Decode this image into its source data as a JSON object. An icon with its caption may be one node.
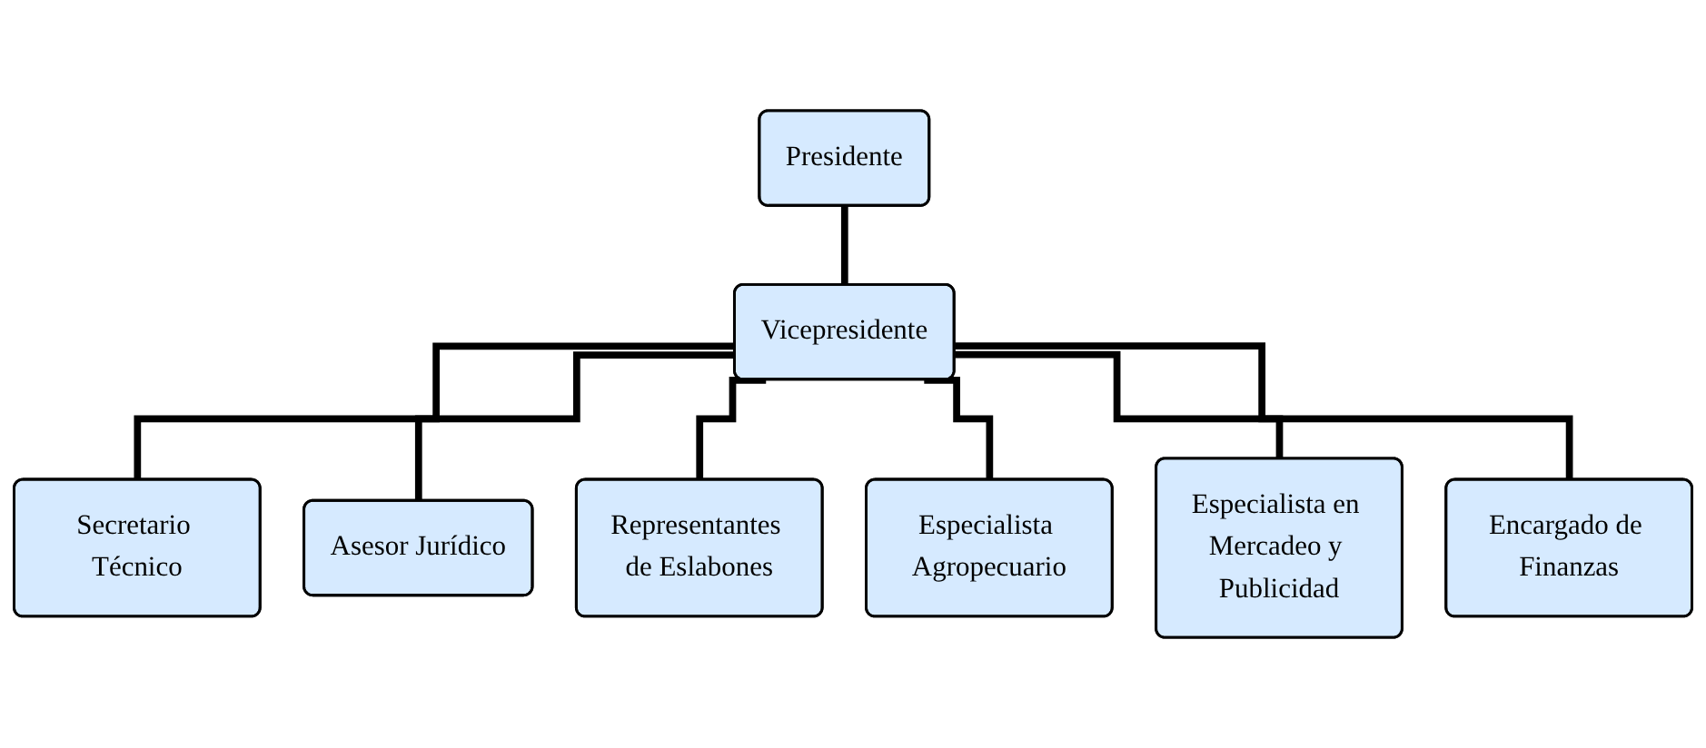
{
  "diagram": {
    "nodes": [
      {
        "text": [
          "Presidente"
        ]
      },
      {
        "text": [
          "Vicepresidente"
        ]
      },
      {
        "text": [
          "Secretario Técnico"
        ]
      },
      {
        "text": [
          "Asesor Jurídico"
        ]
      },
      {
        "text": [
          "Representantes de Eslabones"
        ]
      },
      {
        "text": [
          "Especialista Agropecuario"
        ]
      },
      {
        "text": [
          "Especialista en Mercadeo y Publicidad"
        ]
      },
      {
        "text": [
          "Encargado de Finanzas"
        ]
      }
    ],
    "edges": [
      {
        "from": 0,
        "to": 1,
        "arrow": "none"
      },
      {
        "from": 1,
        "to": 2,
        "arrow": "none"
      },
      {
        "from": 1,
        "to": 3,
        "arrow": "none"
      },
      {
        "from": 1,
        "to": 4,
        "arrow": "none"
      },
      {
        "from": 1,
        "to": 5,
        "arrow": "none"
      },
      {
        "from": 1,
        "to": 6,
        "arrow": "none"
      },
      {
        "from": 1,
        "to": 7,
        "arrow": "none"
      }
    ]
  }
}
